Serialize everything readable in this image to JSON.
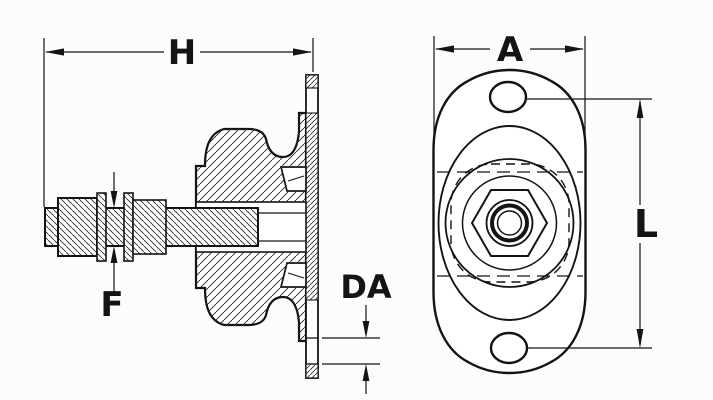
{
  "drawing": {
    "title": "anti-vibration mount, two-view dimensioned drawing",
    "dimensions": {
      "H": "H",
      "A": "A",
      "F": "F",
      "DA": "DA",
      "L": "L"
    },
    "colors": {
      "line": "#141414",
      "background": "#fcfcfa",
      "part_fill": "#ffffff"
    }
  }
}
